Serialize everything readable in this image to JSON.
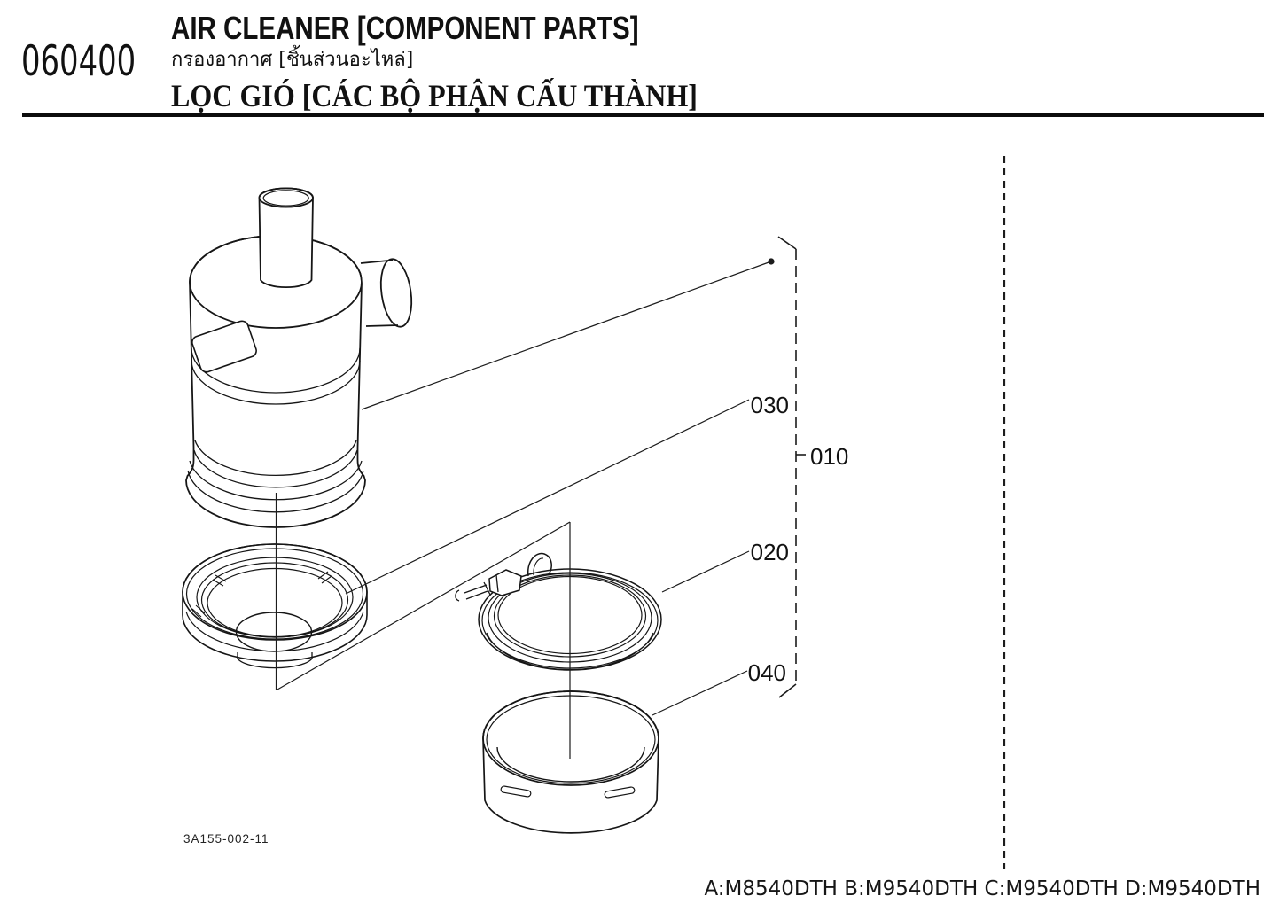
{
  "header": {
    "code": "060400",
    "title_en": "AIR CLEANER [COMPONENT PARTS]",
    "title_th": "กรองอากาศ [ชิ้นส่วนอะไหล่]",
    "title_vi": "LỌC GIÓ [CÁC BỘ PHẬN CẤU THÀNH]"
  },
  "diagram": {
    "drawing_number": "3A155-002-11",
    "callouts": {
      "c010": "010",
      "c020": "020",
      "c030": "030",
      "c040": "040"
    }
  },
  "footer": {
    "models": "A:M8540DTH B:M9540DTH C:M9540DTH D:M9540DTH"
  },
  "colors": {
    "ink": "#111111",
    "background": "#ffffff"
  }
}
